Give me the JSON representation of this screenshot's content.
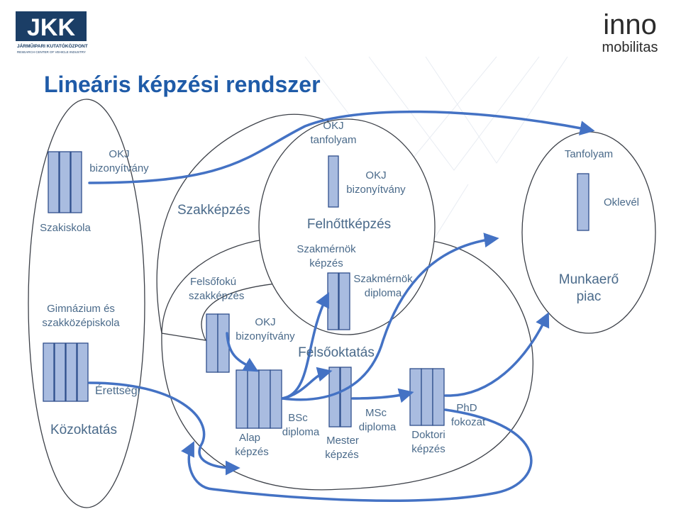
{
  "logos": {
    "left": {
      "mark": "JKK",
      "line1": "JÁRMŰIPARI KUTATÓKÖZPONT",
      "line2": "RESEARCH CENTER OF VEHICLE INDUSTRY"
    },
    "right": {
      "line1": "inno",
      "line2": "mobilitas"
    }
  },
  "title": "Lineáris képzési rendszer",
  "labels": {
    "okj_bizonyitvany_left": [
      "OKJ",
      "bizonyítvány"
    ],
    "szakiskola": "Szakiskola",
    "gimnazium": [
      "Gimnázium és",
      "szakközépiskola"
    ],
    "erettsegi": "Érettségi",
    "kozoktatas": "Közoktatás",
    "szakkepzes": "Szakképzés",
    "felsofoku": [
      "Felsőfokú",
      "szakképzés"
    ],
    "okj_bizonyitvany_mid": [
      "OKJ",
      "bizonyítvány"
    ],
    "okj_tanfolyam": [
      "OKJ",
      "tanfolyam"
    ],
    "okj_bizonyitvany_top": [
      "OKJ",
      "bizonyítvány"
    ],
    "felnottkepzes": "Felnőttképzés",
    "szakmernok_kepzes": [
      "Szakmérnök",
      "képzés"
    ],
    "szakmernok_diploma": [
      "Szakmérnök",
      "diploma"
    ],
    "felsooktatas": "Felsőoktatás",
    "alap_kepzes": [
      "Alap",
      "képzés"
    ],
    "bsc_diploma": [
      "BSc",
      "diploma"
    ],
    "mester_kepzes": [
      "Mester",
      "képzés"
    ],
    "msc_diploma": [
      "MSc",
      "diploma"
    ],
    "doktori_kepzes": [
      "Doktori",
      "képzés"
    ],
    "phd_fokozat": [
      "PhD",
      "fokozat"
    ],
    "tanfolyam": "Tanfolyam",
    "oklevel": "Oklevél",
    "munkaero_piac": [
      "Munkaerő",
      "piac"
    ]
  },
  "colors": {
    "title": "#1F5BA8",
    "text": "#4A6A8A",
    "ellipse_stroke": "#3C4048",
    "bar_fill": "#A9BCE0",
    "bar_stroke": "#2F4F8C",
    "arrow": "#4472C4"
  }
}
